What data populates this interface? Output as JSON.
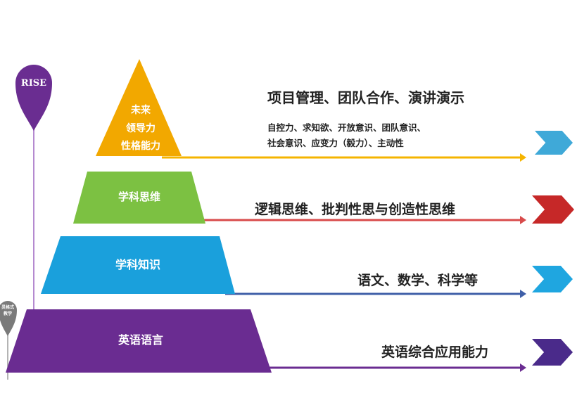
{
  "pin": {
    "label": "RISE",
    "color": "#6a2d91",
    "line_color": "#b58ad0"
  },
  "small_pin": {
    "line1": "灵格式",
    "line2": "教学",
    "color": "#7a7a7a"
  },
  "tiers": [
    {
      "lines": [
        "未来",
        "领导力",
        "性格能力"
      ],
      "color": "#f2a800",
      "arrow_color": "#f5b400",
      "chevron_color": "#3fa9d8",
      "desc": [
        "项目管理、团队合作、演讲演示",
        "自控力、求知欲、开放意识、团队意识、",
        "社会意识、应变力（毅力）、主动性"
      ]
    },
    {
      "lines": [
        "学科思维"
      ],
      "color": "#7cc142",
      "arrow_color": "#d84b4b",
      "chevron_color": "#c62828",
      "desc": [
        "逻辑思维、批判性思与创造性思维"
      ]
    },
    {
      "lines": [
        "学科知识"
      ],
      "color": "#1aa0dc",
      "arrow_color": "#3f5fa8",
      "chevron_color": "#1fa6e0",
      "desc": [
        "语文、数学、科学等"
      ]
    },
    {
      "lines": [
        "英语语言"
      ],
      "color": "#6a2c91",
      "arrow_color": "#6a2c91",
      "chevron_color": "#4a2a8a",
      "desc": [
        "英语综合应用能力"
      ]
    }
  ]
}
